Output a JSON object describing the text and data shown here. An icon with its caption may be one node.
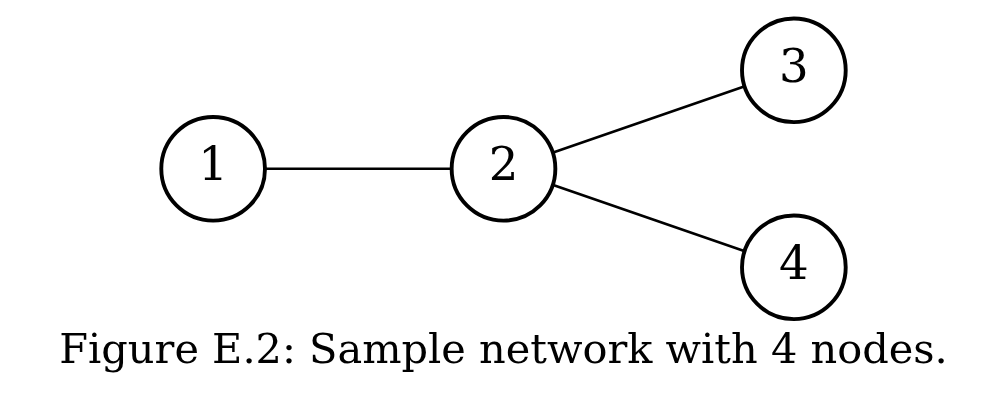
{
  "diagram": {
    "caption": "Figure E.2: Sample network with 4 nodes.",
    "nodes": [
      {
        "text": [
          "1"
        ]
      },
      {
        "text": [
          "2"
        ]
      },
      {
        "text": [
          "3"
        ]
      },
      {
        "text": [
          "4"
        ]
      }
    ],
    "edges": [
      {
        "from": 0,
        "to": 1,
        "arrow": "none"
      },
      {
        "from": 1,
        "to": 2,
        "arrow": "none"
      },
      {
        "from": 1,
        "to": 3,
        "arrow": "none"
      }
    ]
  }
}
